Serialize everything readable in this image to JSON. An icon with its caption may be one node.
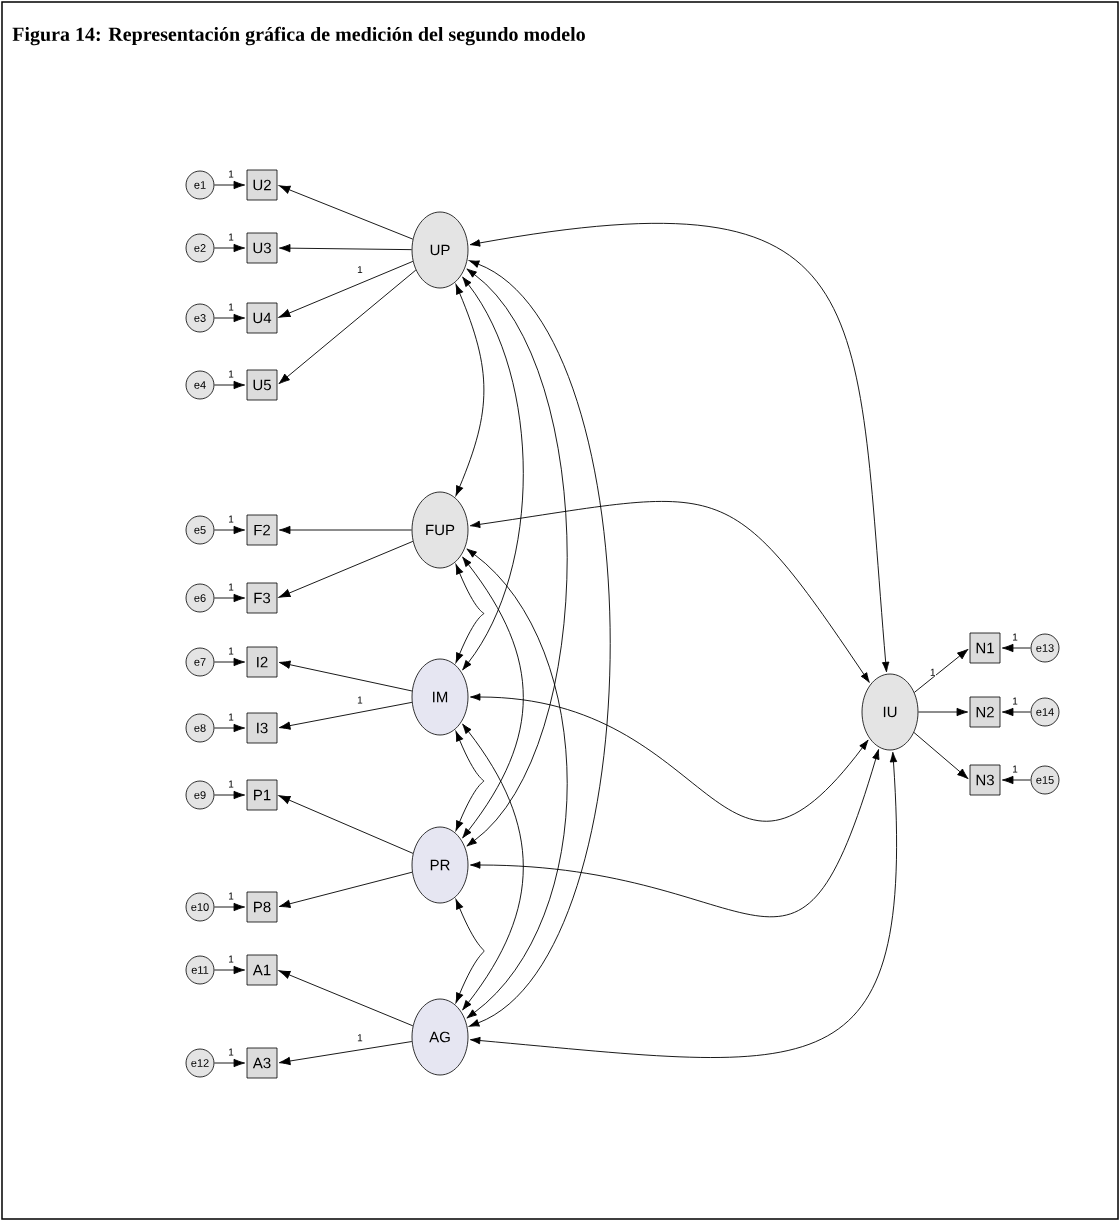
{
  "diagram": {
    "title": "Figura 14: Representación gráfica de medición del segundo modelo",
    "nodes": [
      {
        "text": [
          "UP"
        ]
      },
      {
        "text": [
          "FUP"
        ]
      },
      {
        "text": [
          "IM"
        ]
      },
      {
        "text": [
          "PR"
        ]
      },
      {
        "text": [
          "AG"
        ]
      },
      {
        "text": [
          "IU"
        ]
      },
      {
        "text": [
          "U2"
        ]
      },
      {
        "text": [
          "U3"
        ]
      },
      {
        "text": [
          "U4"
        ]
      },
      {
        "text": [
          "U5"
        ]
      },
      {
        "text": [
          "F2"
        ]
      },
      {
        "text": [
          "F3"
        ]
      },
      {
        "text": [
          "I2"
        ]
      },
      {
        "text": [
          "I3"
        ]
      },
      {
        "text": [
          "P1"
        ]
      },
      {
        "text": [
          "P8"
        ]
      },
      {
        "text": [
          "A1"
        ]
      },
      {
        "text": [
          "A3"
        ]
      },
      {
        "text": [
          "N1"
        ]
      },
      {
        "text": [
          "N2"
        ]
      },
      {
        "text": [
          "N3"
        ]
      },
      {
        "text": [
          "e1"
        ]
      },
      {
        "text": [
          "e2"
        ]
      },
      {
        "text": [
          "e3"
        ]
      },
      {
        "text": [
          "e4"
        ]
      },
      {
        "text": [
          "e5"
        ]
      },
      {
        "text": [
          "e6"
        ]
      },
      {
        "text": [
          "e7"
        ]
      },
      {
        "text": [
          "e8"
        ]
      },
      {
        "text": [
          "e9"
        ]
      },
      {
        "text": [
          "e10"
        ]
      },
      {
        "text": [
          "e11"
        ]
      },
      {
        "text": [
          "e12"
        ]
      },
      {
        "text": [
          "e13"
        ]
      },
      {
        "text": [
          "e14"
        ]
      },
      {
        "text": [
          "e15"
        ]
      }
    ],
    "edges": [
      {
        "from": 0,
        "to": 6,
        "arrow": "to"
      },
      {
        "from": 0,
        "to": 7,
        "arrow": "to"
      },
      {
        "from": 0,
        "to": 8,
        "arrow": "to",
        "label": "1"
      },
      {
        "from": 0,
        "to": 9,
        "arrow": "to"
      },
      {
        "from": 1,
        "to": 10,
        "arrow": "to"
      },
      {
        "from": 1,
        "to": 11,
        "arrow": "to"
      },
      {
        "from": 2,
        "to": 12,
        "arrow": "to"
      },
      {
        "from": 2,
        "to": 13,
        "arrow": "to",
        "label": "1"
      },
      {
        "from": 3,
        "to": 14,
        "arrow": "to"
      },
      {
        "from": 3,
        "to": 15,
        "arrow": "to"
      },
      {
        "from": 4,
        "to": 16,
        "arrow": "to"
      },
      {
        "from": 4,
        "to": 17,
        "arrow": "to",
        "label": "1"
      },
      {
        "from": 5,
        "to": 18,
        "arrow": "to",
        "label": "1"
      },
      {
        "from": 5,
        "to": 19,
        "arrow": "to"
      },
      {
        "from": 5,
        "to": 20,
        "arrow": "to"
      },
      {
        "from": 21,
        "to": 6,
        "arrow": "to",
        "label": "1"
      },
      {
        "from": 22,
        "to": 7,
        "arrow": "to",
        "label": "1"
      },
      {
        "from": 23,
        "to": 8,
        "arrow": "to",
        "label": "1"
      },
      {
        "from": 24,
        "to": 9,
        "arrow": "to",
        "label": "1"
      },
      {
        "from": 25,
        "to": 10,
        "arrow": "to",
        "label": "1"
      },
      {
        "from": 26,
        "to": 11,
        "arrow": "to",
        "label": "1"
      },
      {
        "from": 27,
        "to": 12,
        "arrow": "to",
        "label": "1"
      },
      {
        "from": 28,
        "to": 13,
        "arrow": "to",
        "label": "1"
      },
      {
        "from": 29,
        "to": 14,
        "arrow": "to",
        "label": "1"
      },
      {
        "from": 30,
        "to": 15,
        "arrow": "to",
        "label": "1"
      },
      {
        "from": 31,
        "to": 16,
        "arrow": "to",
        "label": "1"
      },
      {
        "from": 32,
        "to": 17,
        "arrow": "to",
        "label": "1"
      },
      {
        "from": 33,
        "to": 18,
        "arrow": "to",
        "label": "1"
      },
      {
        "from": 34,
        "to": 19,
        "arrow": "to",
        "label": "1"
      },
      {
        "from": 35,
        "to": 20,
        "arrow": "to",
        "label": "1"
      },
      {
        "from": 0,
        "to": 5,
        "arrow": "both"
      },
      {
        "from": 1,
        "to": 5,
        "arrow": "both"
      },
      {
        "from": 2,
        "to": 5,
        "arrow": "both"
      },
      {
        "from": 3,
        "to": 5,
        "arrow": "both"
      },
      {
        "from": 4,
        "to": 5,
        "arrow": "both"
      },
      {
        "from": 0,
        "to": 1,
        "arrow": "both"
      },
      {
        "from": 0,
        "to": 2,
        "arrow": "both"
      },
      {
        "from": 0,
        "to": 3,
        "arrow": "both"
      },
      {
        "from": 0,
        "to": 4,
        "arrow": "both"
      },
      {
        "from": 1,
        "to": 2,
        "arrow": "both"
      },
      {
        "from": 1,
        "to": 3,
        "arrow": "both"
      },
      {
        "from": 1,
        "to": 4,
        "arrow": "both"
      },
      {
        "from": 2,
        "to": 3,
        "arrow": "both"
      },
      {
        "from": 2,
        "to": 4,
        "arrow": "both"
      },
      {
        "from": 3,
        "to": 4,
        "arrow": "both"
      }
    ]
  }
}
